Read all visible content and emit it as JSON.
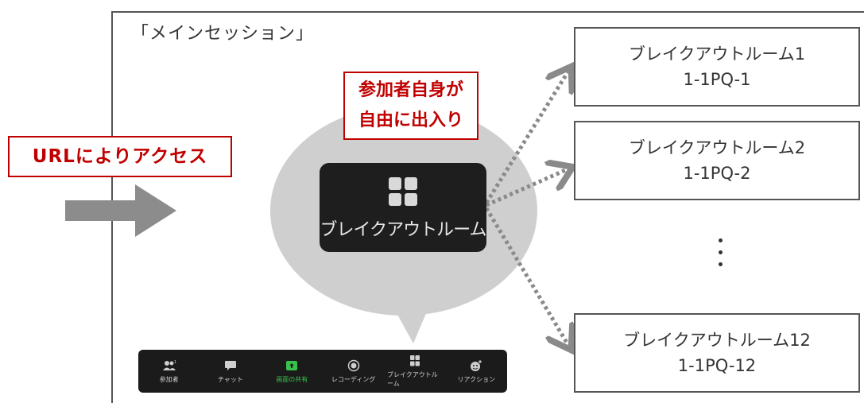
{
  "main_session": {
    "title": "「メインセッション」"
  },
  "access_label": "URLによりアクセス",
  "self_move_label": {
    "line1": "参加者自身が",
    "line2": "自由に出入り"
  },
  "breakout_button": {
    "label": "ブレイクアウトルーム",
    "icon": "grid-icon"
  },
  "rooms": [
    {
      "name": "ブレイクアウトルーム1",
      "code": "1-1PQ-1"
    },
    {
      "name": "ブレイクアウトルーム2",
      "code": "1-1PQ-2"
    },
    {
      "name": "ブレイクアウトルーム12",
      "code": "1-1PQ-12"
    }
  ],
  "toolbar": {
    "items": [
      {
        "label": "参加者",
        "icon": "participants-icon",
        "badge": "1"
      },
      {
        "label": "チャット",
        "icon": "chat-icon"
      },
      {
        "label": "画面の共有",
        "icon": "share-screen-icon",
        "color": "#39c24b"
      },
      {
        "label": "レコーディング",
        "icon": "record-icon"
      },
      {
        "label": "ブレイクアウトルーム",
        "icon": "grid-icon"
      },
      {
        "label": "リアクション",
        "icon": "reaction-icon"
      }
    ]
  }
}
